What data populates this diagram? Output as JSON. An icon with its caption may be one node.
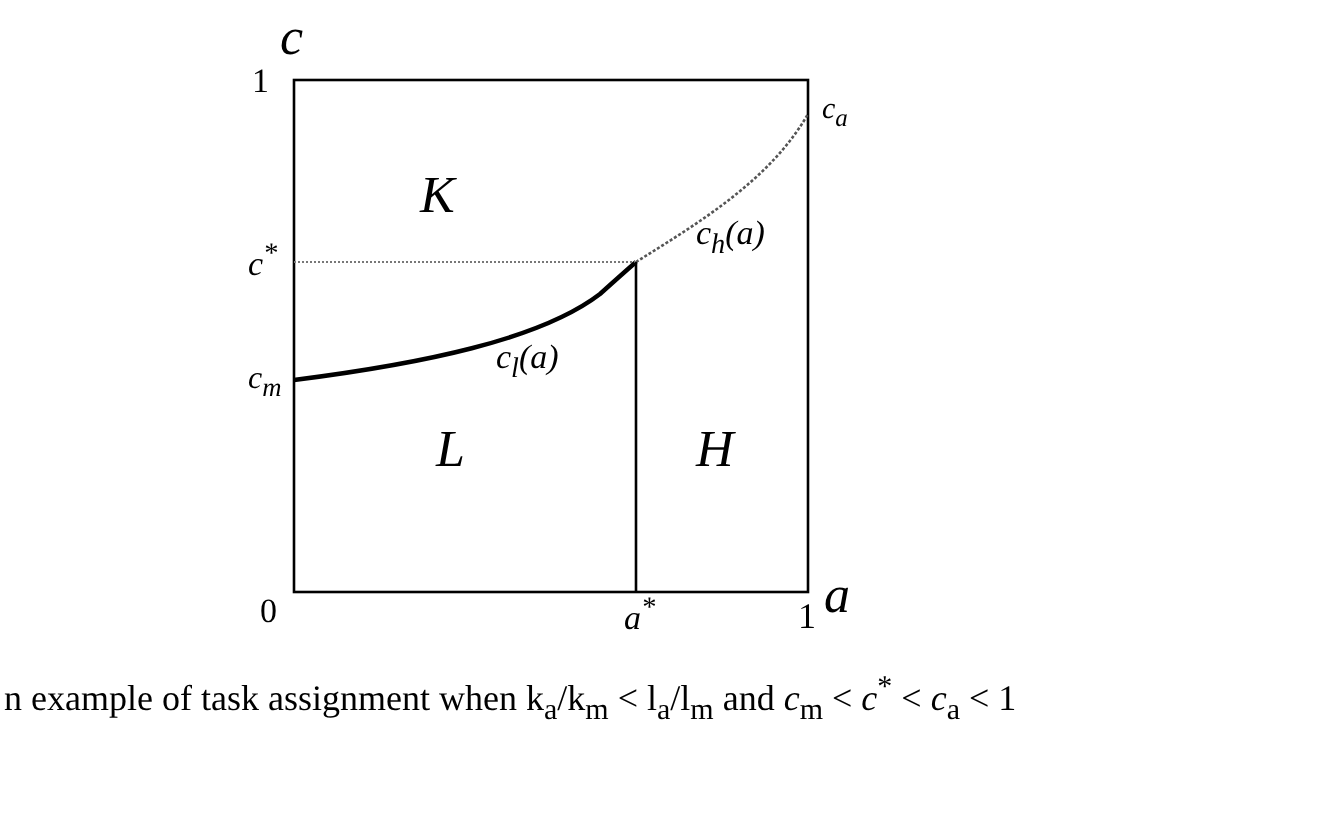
{
  "diagram": {
    "caption": "n example of task assignment when k$_{a}$/k$_{m}$ < l$_{a}$/l$_{m}$ and *c*$_{m}$ < *c*$^{*}$ < *c*$_{a}$ < 1",
    "labels": [
      "c",
      "1",
      "c$_{a}$",
      "K",
      "c$^{*}$",
      "c$_{h}$(a)",
      "c$_{l}$(a)",
      "c$_{m}$",
      "L",
      "H",
      "0",
      "a",
      "a$^{*}$",
      "1"
    ]
  }
}
